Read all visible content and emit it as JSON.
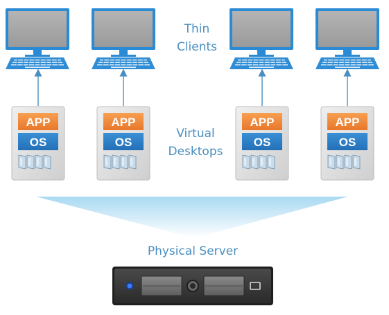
{
  "labels": {
    "thin_clients": [
      "Thin",
      "Clients"
    ],
    "virtual_desktops": [
      "Virtual",
      "Desktops"
    ],
    "physical_server": "Physical Server"
  },
  "vm": {
    "app_label": "APP",
    "os_label": "OS"
  },
  "colors": {
    "monitor_frame": "#2a8ad4",
    "screen": "#a6a6a6",
    "keyboard": "#2f8dd6",
    "arrow": "#4a8fbf",
    "app_band": "#f28a32",
    "os_band": "#2f82c8",
    "vm_frame": "#d5d5d5",
    "server_body": "#3a3a3a",
    "funnel": "#bfe3f5",
    "label_text": "#4a8fbf"
  },
  "icons": [
    "monitor-icon",
    "keyboard-icon",
    "virtual-machine-icon",
    "server-icon",
    "power-led-icon"
  ]
}
